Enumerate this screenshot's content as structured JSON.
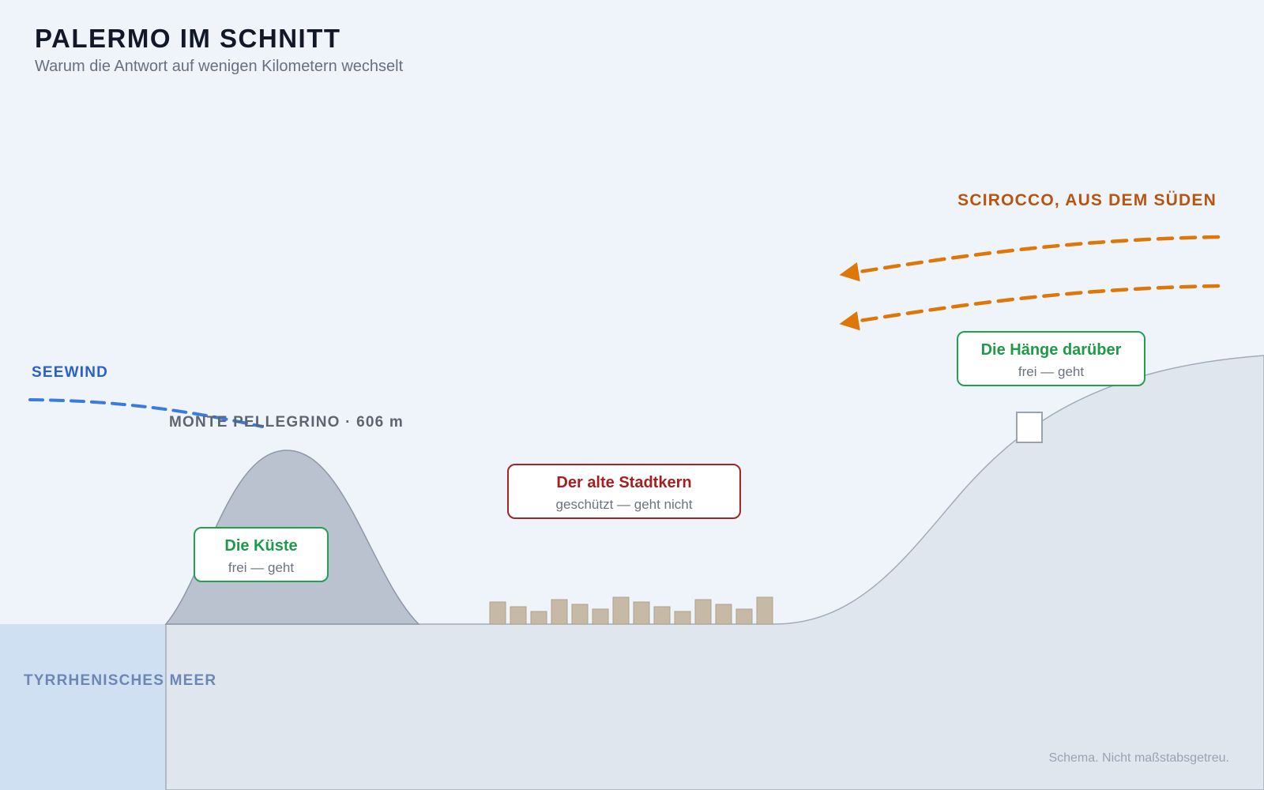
{
  "header": {
    "title": "PALERMO IM SCHNITT",
    "subtitle": "Warum die Antwort auf wenigen Kilometern wechselt"
  },
  "winds": {
    "seewind_label": "SEEWIND",
    "sirocco_label": "SCIROCCO, AUS DEM SÜDEN"
  },
  "landmarks": {
    "mountain_label": "MONTE PELLEGRINO · 606 m",
    "sea_label": "TYRRHENISCHES MEER"
  },
  "zones": {
    "kueste": {
      "title": "Die Küste",
      "status": "frei — geht",
      "tone": "ok"
    },
    "stadt": {
      "title": "Der alte Stadtkern",
      "status": "geschützt — geht nicht",
      "tone": "bad"
    },
    "haenge": {
      "title": "Die Hänge darüber",
      "status": "frei — geht",
      "tone": "ok"
    }
  },
  "footer": {
    "note": "Schema. Nicht maßstabsgetreu."
  },
  "colors": {
    "background": "#eff4fa",
    "sea": "#cfe0f2",
    "ground": "#dfe6ee",
    "mountain": "#b9c2ce",
    "buildings": "#c6b9a6",
    "seewind": "#3a7be0",
    "sirocco": "#dc7708",
    "free": "#22a050",
    "protected": "#a32525"
  }
}
